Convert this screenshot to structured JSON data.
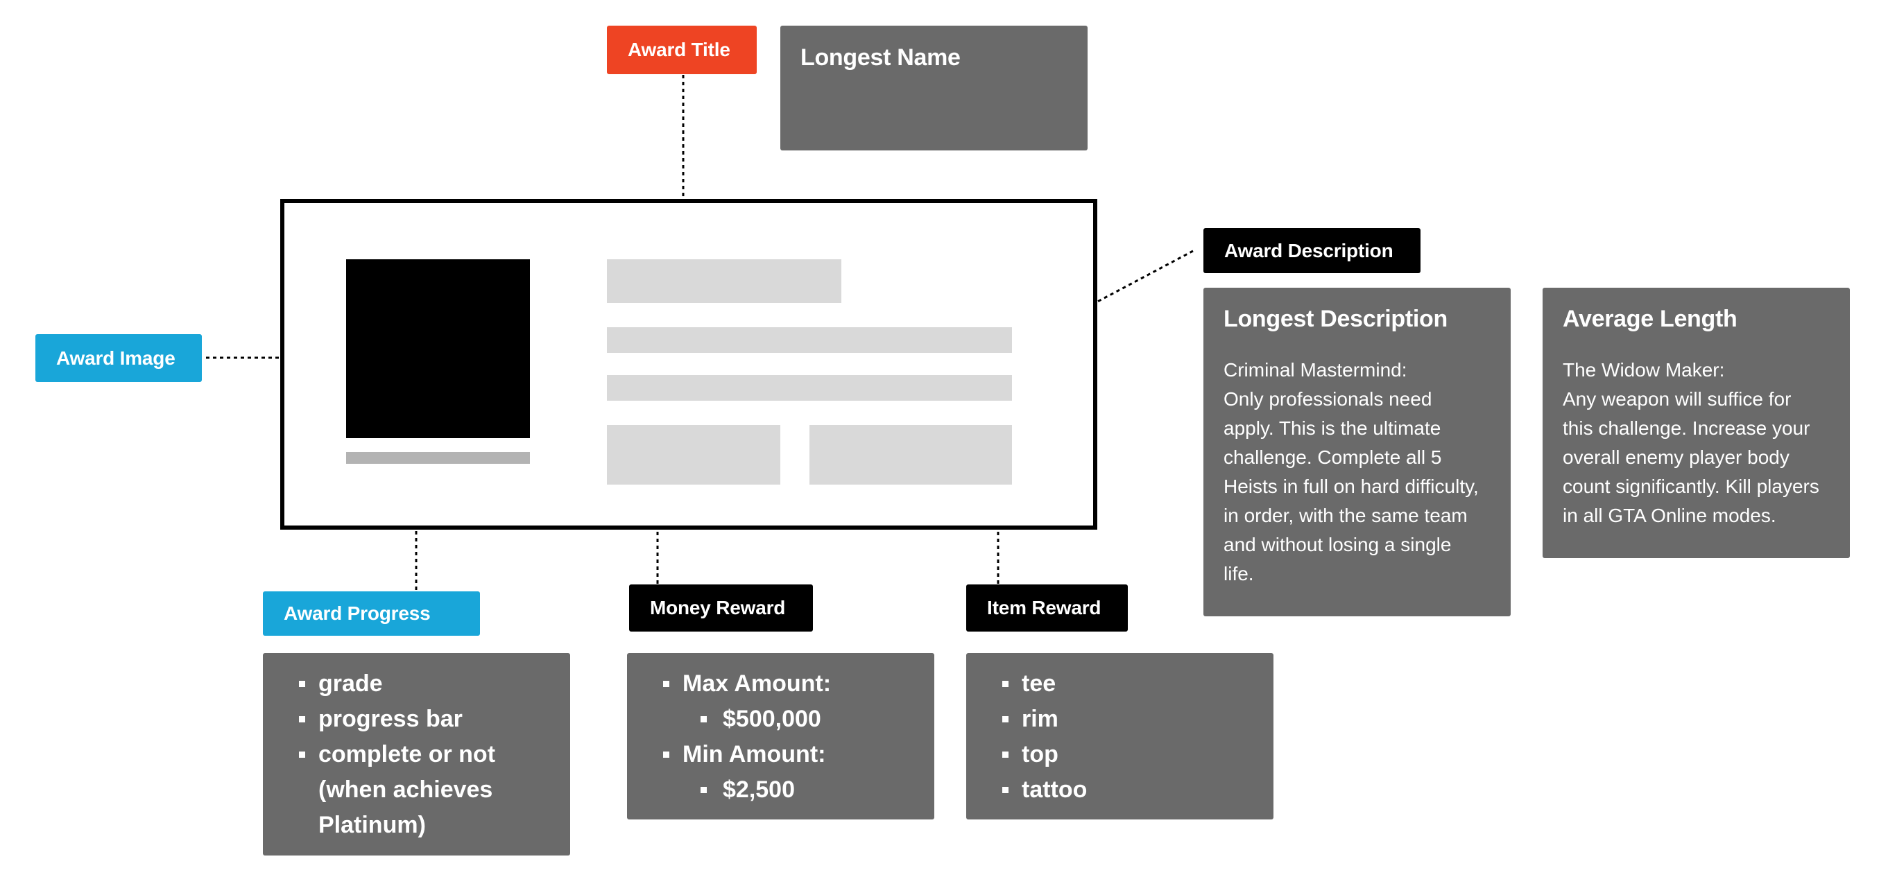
{
  "tags": {
    "award_title": "Award Title",
    "award_image": "Award Image",
    "award_description": "Award Description",
    "award_progress": "Award Progress",
    "money_reward": "Money Reward",
    "item_reward": "Item Reward"
  },
  "longest_name": {
    "title": "Longest Name"
  },
  "longest_description": {
    "title": "Longest Description",
    "lines": [
      "Criminal Mastermind:",
      "Only professionals need",
      "apply. This is the ultimate",
      "challenge. Complete all 5",
      "Heists in full on hard difficulty,",
      "in order, with the same team",
      "and without losing a single",
      "life."
    ]
  },
  "average_length": {
    "title": "Average Length",
    "lines": [
      "The Widow Maker:",
      "Any weapon will suffice for",
      "this challenge. Increase your",
      "overall enemy player body",
      "count significantly. Kill players",
      "in all GTA Online modes."
    ]
  },
  "award_progress_list": {
    "items": [
      "grade",
      "progress bar",
      "complete or not",
      "(when achieves",
      "Platinum)"
    ]
  },
  "money_reward_list": {
    "max_label": "Max Amount:",
    "max_value": "$500,000",
    "min_label": "Min Amount:",
    "min_value": "$2,500"
  },
  "item_reward_list": {
    "items": [
      "tee",
      "rim",
      "top",
      "tattoo"
    ]
  },
  "colors": {
    "tag_blue": "#19a6d9",
    "tag_red": "#ee4423",
    "tag_black": "#000000",
    "info_box": "#6a6a6a",
    "placeholder": "#d9d9d9"
  }
}
